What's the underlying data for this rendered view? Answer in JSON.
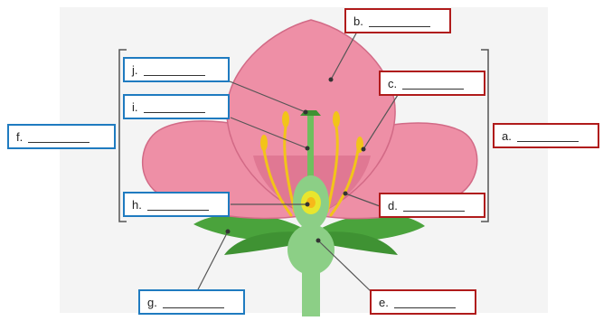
{
  "labels": [
    {
      "id": "a",
      "text": "a."
    },
    {
      "id": "b",
      "text": "b."
    },
    {
      "id": "c",
      "text": "c."
    },
    {
      "id": "d",
      "text": "d."
    },
    {
      "id": "e",
      "text": "e."
    },
    {
      "id": "f",
      "text": "f."
    },
    {
      "id": "g",
      "text": "g."
    },
    {
      "id": "h",
      "text": "h."
    },
    {
      "id": "i",
      "text": "i."
    },
    {
      "id": "j",
      "text": "j."
    }
  ],
  "colors": {
    "petal": "#ee8fa6",
    "petal_dark": "#e07893",
    "petal_outline": "#d26a86",
    "sepal": "#4aa33c",
    "stem": "#8ccf86",
    "stamen": "#f2c41a",
    "ovary_core": "#e8e62e",
    "label_red": "#b01b1b",
    "label_blue": "#1f7bc0"
  }
}
